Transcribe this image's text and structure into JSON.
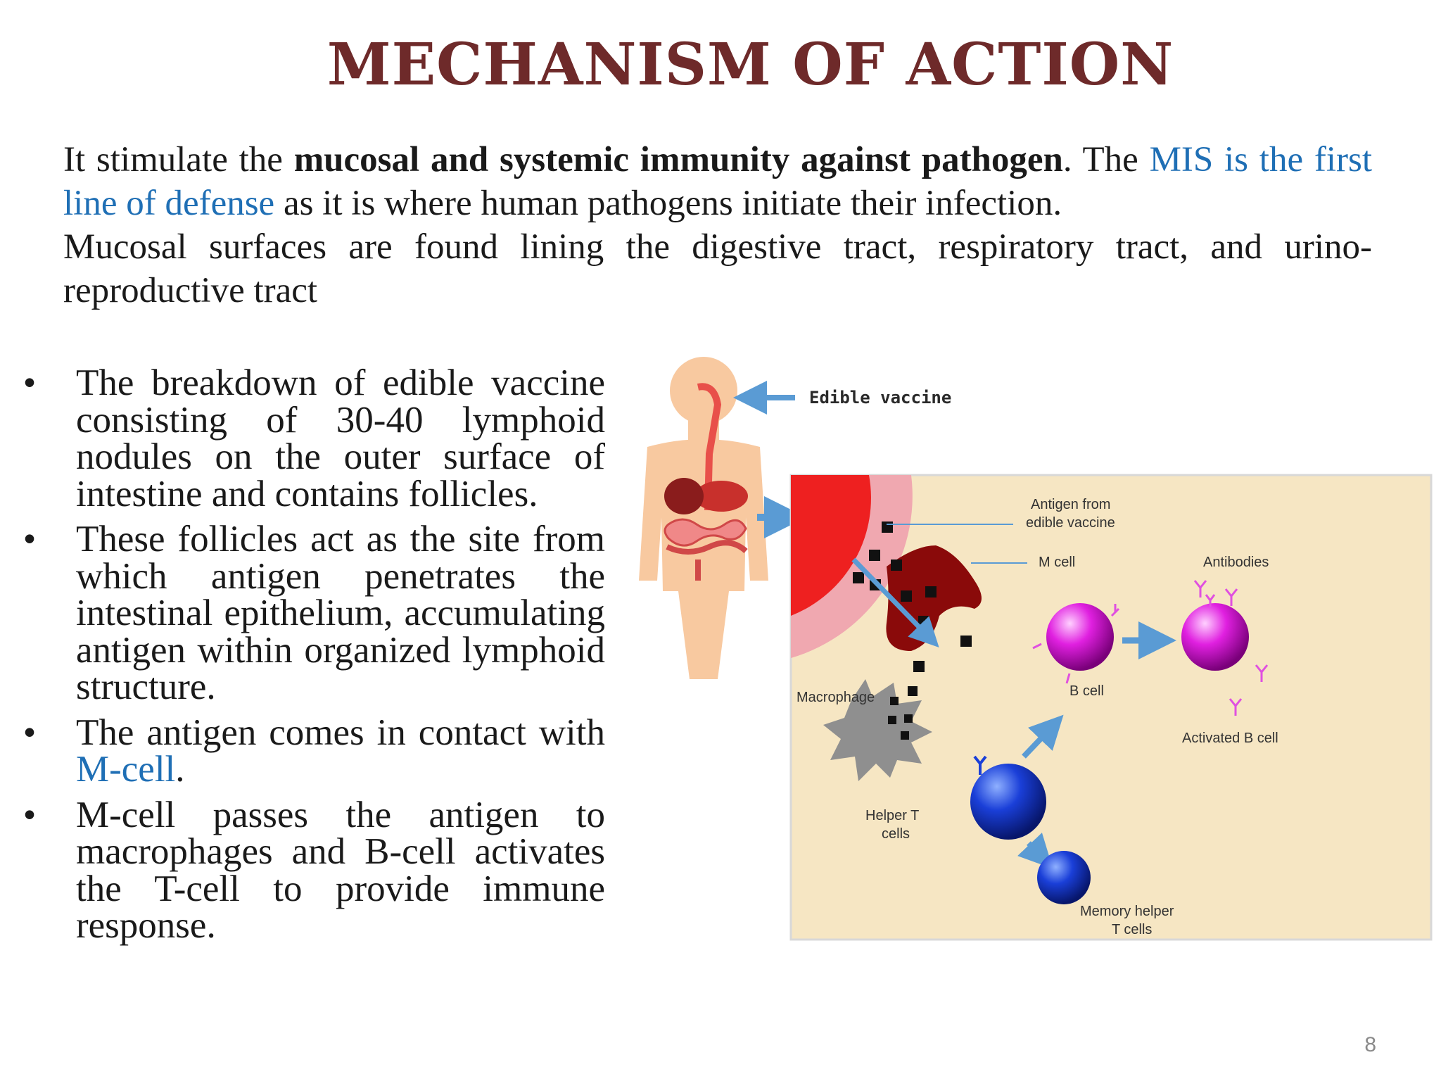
{
  "title": "MECHANISM OF ACTION",
  "intro": {
    "p1": {
      "t1": "It stimulate the ",
      "bold": "mucosal and systemic immunity against pathogen",
      "t2": ". The ",
      "blue": "MIS is the first line of defense",
      "t3": " as it is where human pathogens initiate their infection."
    },
    "p2": "Mucosal surfaces are found lining the digestive tract, respiratory tract, and urino-reproductive tract"
  },
  "bullets": [
    {
      "text": "The breakdown of edible vaccine consisting of 30-40 lymphoid nodules on the outer surface of intestine and contains follicles."
    },
    {
      "text": "These follicles act as the site from which antigen penetrates the intestinal epithelium, accumulating antigen within organized lymphoid structure."
    },
    {
      "text": "The antigen comes in contact with ",
      "highlight": "M-cell",
      "tail": "."
    },
    {
      "text": "M-cell passes the antigen to macrophages and B-cell activates the T-cell to provide immune response."
    }
  ],
  "bullet_symbol": "•",
  "diagram": {
    "edible_vaccine": "Edible vaccine",
    "antigen_from_1": "Antigen from",
    "antigen_from_2": "edible vaccine",
    "m_cell": "M cell",
    "antibodies": "Antibodies",
    "macrophage": "Macrophage",
    "b_cell": "B cell",
    "activated_b_cell": "Activated B cell",
    "helper_t_1": "Helper T",
    "helper_t_2": "cells",
    "memory_1": "Memory helper",
    "memory_2": "T cells"
  },
  "page_number": "8",
  "colors": {
    "title": "#6e2a2a",
    "highlight_blue": "#1f6fb5",
    "panel_bg": "#f6e6c3",
    "red_region": "#ee2020",
    "b_cell": "#e020e0",
    "t_cell": "#1a3fd8",
    "arrow": "#5a9bd4"
  }
}
